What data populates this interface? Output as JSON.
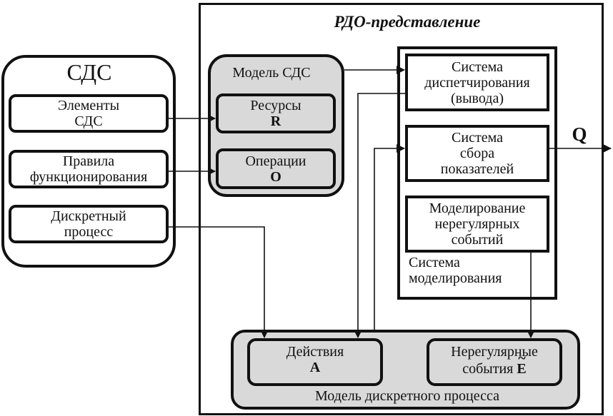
{
  "sds": {
    "title": "СДС",
    "items": [
      {
        "line1": "Элементы",
        "line2": "СДС"
      },
      {
        "line1": "Правила",
        "line2": "функционирования"
      },
      {
        "line1": "Дискретный",
        "line2": "процесс"
      }
    ]
  },
  "rdo": {
    "title": "РДО-представление",
    "model_sds": {
      "title": "Модель СДС",
      "resources": {
        "label": "Ресурсы",
        "symbol": "R"
      },
      "operations": {
        "label": "Операции",
        "symbol": "O"
      }
    },
    "modeling_system": {
      "label_line1": "Система",
      "label_line2": "моделирования",
      "dispatch": {
        "line1": "Система",
        "line2": "диспетчирования",
        "line3": "(вывода)"
      },
      "collection": {
        "line1": "Система",
        "line2": "сбора",
        "line3": "показателей"
      },
      "irregular_modeling": {
        "line1": "Моделирование",
        "line2": "нерегулярных",
        "line3": "событий"
      }
    },
    "output_symbol": "Q",
    "process_model": {
      "title": "Модель дискретного процесса",
      "actions": {
        "label": "Действия",
        "symbol": "A"
      },
      "irregular_events": {
        "label_line1": "Нерегулярные",
        "label_line2": "события",
        "symbol": "E",
        "accent": "~"
      }
    }
  }
}
